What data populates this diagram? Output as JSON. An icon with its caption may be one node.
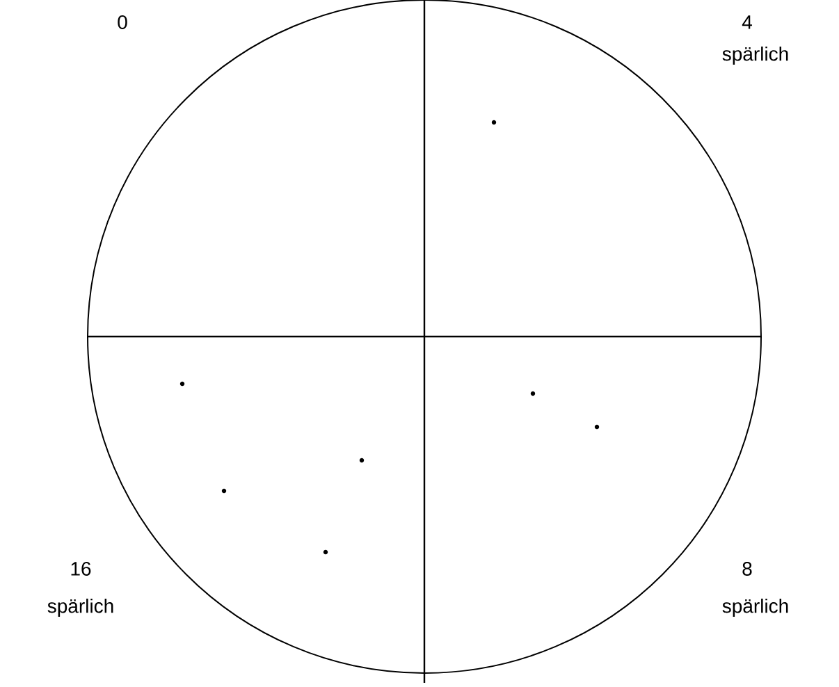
{
  "diagram": {
    "labels": [
      "0",
      "4",
      "spärlich",
      "16",
      "spärlich",
      "8",
      "spärlich"
    ]
  }
}
